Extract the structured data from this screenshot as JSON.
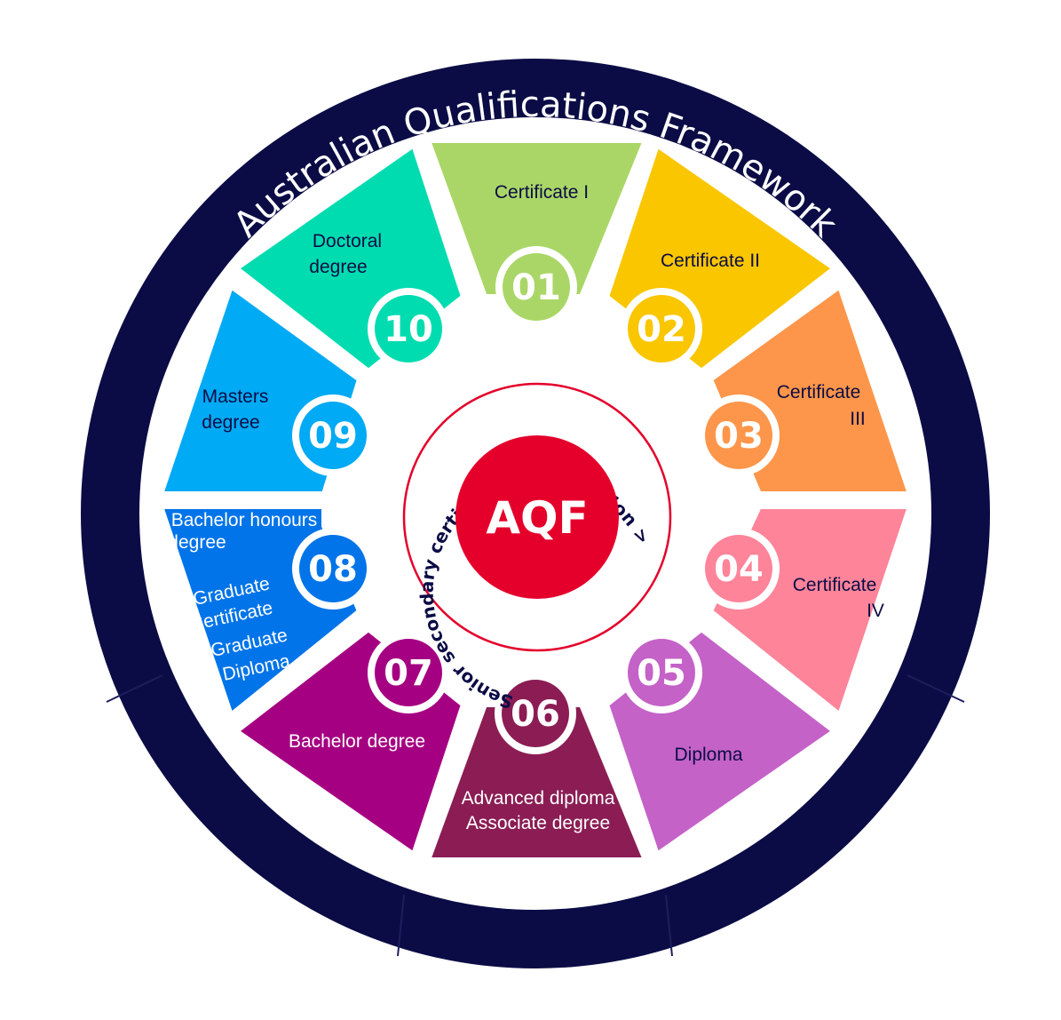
{
  "title": "Australian Qualifications Framework",
  "center": {
    "abbreviation": "AQF",
    "ring_text": "Senior secondary certificate of education >"
  },
  "colors": {
    "ring": "#0b0c45",
    "center": "#e4002b",
    "center_outline": "#e4002b"
  },
  "levels": [
    {
      "number": "01",
      "labels": [
        "Certificate I"
      ],
      "color": "#aad667",
      "text_color": "#0b0c45"
    },
    {
      "number": "02",
      "labels": [
        "Certificate II"
      ],
      "color": "#f9c600",
      "text_color": "#0b0c45"
    },
    {
      "number": "03",
      "labels": [
        "Certificate",
        "III"
      ],
      "color": "#fd964a",
      "text_color": "#0b0c45"
    },
    {
      "number": "04",
      "labels": [
        "Certificate",
        "IV"
      ],
      "color": "#fe8499",
      "text_color": "#0b0c45"
    },
    {
      "number": "05",
      "labels": [
        "Diploma"
      ],
      "color": "#c462c8",
      "text_color": "#0b0c45"
    },
    {
      "number": "06",
      "labels": [
        "Advanced diploma",
        "Associate degree"
      ],
      "color": "#8b1d54",
      "text_color": "#ffffff"
    },
    {
      "number": "07",
      "labels": [
        "Bachelor degree"
      ],
      "color": "#a50082",
      "text_color": "#ffffff"
    },
    {
      "number": "08",
      "labels": [
        "Bachelor honours",
        "degree",
        "Graduate",
        "Certificate",
        "Graduate",
        "Diploma"
      ],
      "color": "#0074e8",
      "text_color": "#ffffff"
    },
    {
      "number": "09",
      "labels": [
        "Masters",
        "degree"
      ],
      "color": "#00aaf4",
      "text_color": "#0b0c45"
    },
    {
      "number": "10",
      "labels": [
        "Doctoral",
        "degree"
      ],
      "color": "#00dcb0",
      "text_color": "#0b0c45"
    }
  ]
}
